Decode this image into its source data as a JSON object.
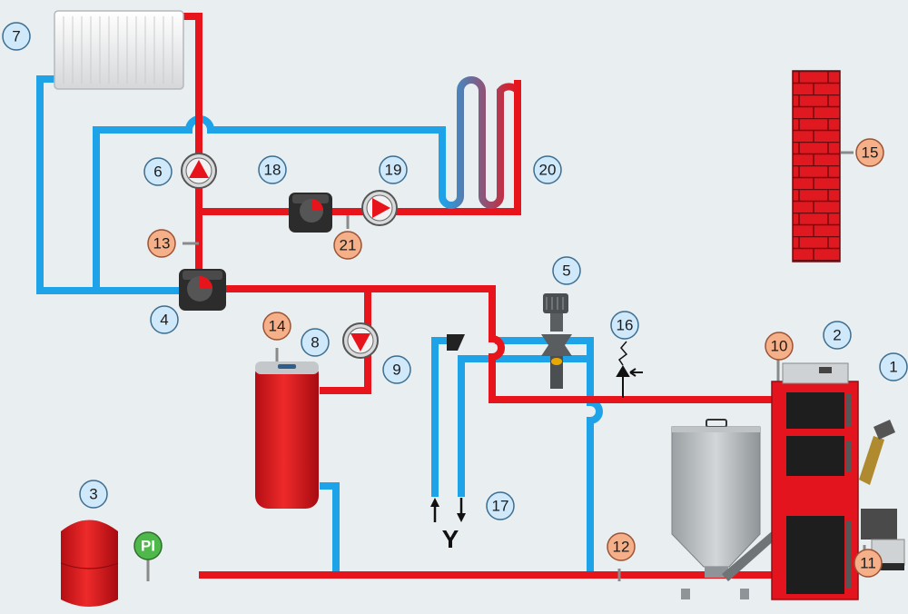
{
  "colors": {
    "background": "#e9eef0",
    "hot": "#e8141c",
    "cold": "#1fa3e8",
    "label_blue_fill": "#cfe9fb",
    "label_blue_stroke": "#3d6d8f",
    "label_orange_fill": "#f6b089",
    "label_orange_stroke": "#9a5334",
    "pi_fill": "#4fb84a",
    "boiler": "#e3141d",
    "brick": "#e01820"
  },
  "labels": [
    {
      "id": "1",
      "text": "1",
      "kind": "blue"
    },
    {
      "id": "2",
      "text": "2",
      "kind": "blue"
    },
    {
      "id": "3",
      "text": "3",
      "kind": "blue"
    },
    {
      "id": "4",
      "text": "4",
      "kind": "blue"
    },
    {
      "id": "5",
      "text": "5",
      "kind": "blue"
    },
    {
      "id": "6",
      "text": "6",
      "kind": "blue"
    },
    {
      "id": "7",
      "text": "7",
      "kind": "blue"
    },
    {
      "id": "8",
      "text": "8",
      "kind": "blue"
    },
    {
      "id": "9",
      "text": "9",
      "kind": "blue"
    },
    {
      "id": "10",
      "text": "10",
      "kind": "orange"
    },
    {
      "id": "11",
      "text": "11",
      "kind": "orange"
    },
    {
      "id": "12",
      "text": "12",
      "kind": "orange"
    },
    {
      "id": "13",
      "text": "13",
      "kind": "orange"
    },
    {
      "id": "14",
      "text": "14",
      "kind": "orange"
    },
    {
      "id": "15",
      "text": "15",
      "kind": "orange"
    },
    {
      "id": "16",
      "text": "16",
      "kind": "blue"
    },
    {
      "id": "17",
      "text": "17",
      "kind": "blue"
    },
    {
      "id": "18",
      "text": "18",
      "kind": "blue"
    },
    {
      "id": "19",
      "text": "19",
      "kind": "blue"
    },
    {
      "id": "20",
      "text": "20",
      "kind": "blue"
    },
    {
      "id": "21",
      "text": "21",
      "kind": "orange"
    }
  ],
  "pressure_indicator": "PI",
  "water_supply_symbol": "Y",
  "icons": {
    "pump": "pump-icon",
    "mixing_valve": "mixing-valve-icon",
    "safety_valve": "safety-valve-icon",
    "radiator": "radiator-icon",
    "floor_heating": "floor-heating-coil-icon",
    "water_heater": "water-heater-icon",
    "boiler": "pellet-boiler-icon",
    "hopper": "pellet-hopper-icon",
    "expansion_tank": "expansion-tank-icon",
    "outdoor_wall": "brick-wall-icon"
  }
}
